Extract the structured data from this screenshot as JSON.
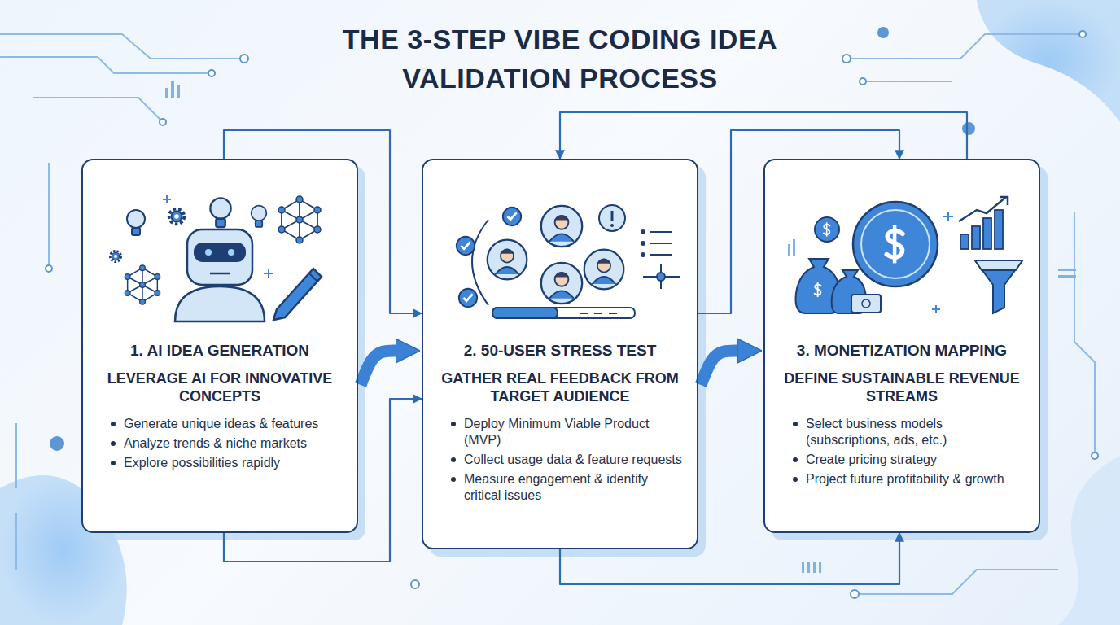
{
  "diagram": {
    "title": "THE 3-STEP VIBE CODING IDEA VALIDATION PROCESS",
    "nodes": [
      {
        "text": [
          "1. AI IDEA GENERATION",
          "LEVERAGE AI FOR INNOVATIVE CONCEPTS",
          "Generate unique ideas & features",
          "Analyze trends & niche markets",
          "Explore possibilities rapidly"
        ]
      },
      {
        "text": [
          "2. 50-USER STRESS TEST",
          "GATHER REAL FEEDBACK FROM TARGET AUDIENCE",
          "Deploy Minimum Viable Product (MVP)",
          "Collect usage data & feature requests",
          "Measure engagement & identify critical issues"
        ]
      },
      {
        "text": [
          "3. MONETIZATION MAPPING",
          "DEFINE SUSTAINABLE REVENUE STREAMS",
          "Select business models (subscriptions, ads, etc.)",
          "Create pricing strategy",
          "Project future profitability & growth"
        ]
      }
    ],
    "edges": [
      {
        "from": 0,
        "to": 1,
        "arrow": "to"
      },
      {
        "from": 0,
        "to": 1,
        "arrow": "to"
      },
      {
        "from": 0,
        "to": 1,
        "arrow": "to"
      },
      {
        "from": 1,
        "to": 2,
        "arrow": "to"
      },
      {
        "from": 1,
        "to": 2,
        "arrow": "to"
      },
      {
        "from": 1,
        "to": 2,
        "arrow": "to"
      },
      {
        "from": 2,
        "to": 1,
        "arrow": "to"
      }
    ]
  }
}
